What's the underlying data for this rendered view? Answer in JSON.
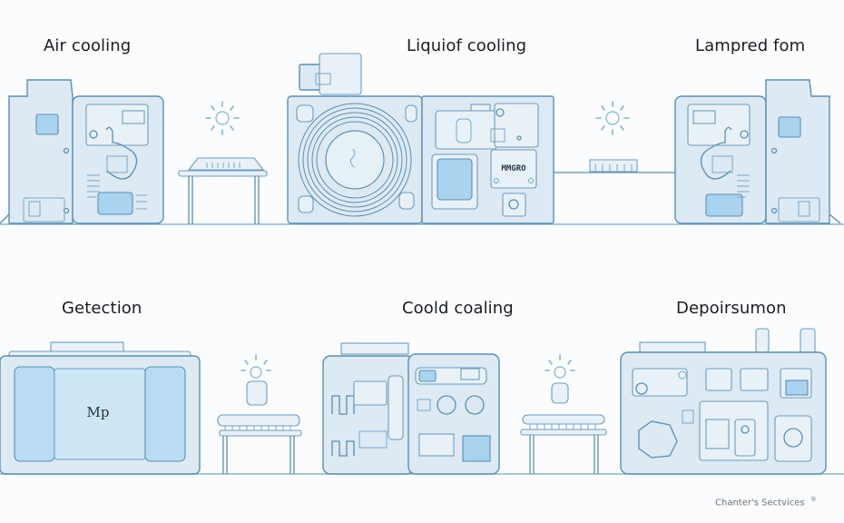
{
  "sections": [
    {
      "id": "air",
      "title": "Air cooling"
    },
    {
      "id": "liquid",
      "title": "Liquiof cooling"
    },
    {
      "id": "lampred",
      "title": "Lampred fom"
    },
    {
      "id": "getection",
      "title": "Getection",
      "panel_label": "Mp"
    },
    {
      "id": "coold",
      "title": "Coold coaling"
    },
    {
      "id": "depoirsumon",
      "title": "Depoirsumon"
    }
  ],
  "liquid_panel_label": "MMGRO",
  "footer": {
    "text": "Chanter's Sectvices",
    "mark": "®"
  },
  "colors": {
    "line": "#5b8fb3",
    "panel": "#dde9f3",
    "accent": "#a9d3ee",
    "text": "#1a1d21"
  }
}
